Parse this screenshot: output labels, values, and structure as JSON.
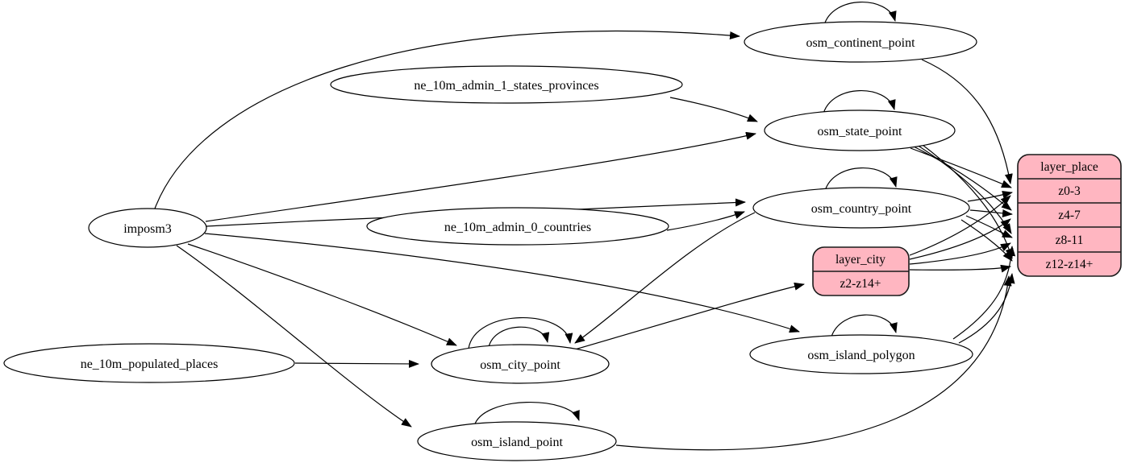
{
  "diagram_type": "etl-graph",
  "colors": {
    "background": "#ffffff",
    "node_fill": "#ffffff",
    "node_stroke": "#000000",
    "record_fill": "#ffb6c1",
    "edge": "#000000"
  },
  "nodes": {
    "imposm3": {
      "label": "imposm3",
      "shape": "ellipse"
    },
    "ne_10m_admin_1_states_provinces": {
      "label": "ne_10m_admin_1_states_provinces",
      "shape": "ellipse"
    },
    "ne_10m_admin_0_countries": {
      "label": "ne_10m_admin_0_countries",
      "shape": "ellipse"
    },
    "ne_10m_populated_places": {
      "label": "ne_10m_populated_places",
      "shape": "ellipse"
    },
    "osm_continent_point": {
      "label": "osm_continent_point",
      "shape": "ellipse"
    },
    "osm_state_point": {
      "label": "osm_state_point",
      "shape": "ellipse"
    },
    "osm_country_point": {
      "label": "osm_country_point",
      "shape": "ellipse"
    },
    "osm_city_point": {
      "label": "osm_city_point",
      "shape": "ellipse"
    },
    "osm_island_polygon": {
      "label": "osm_island_polygon",
      "shape": "ellipse"
    },
    "osm_island_point": {
      "label": "osm_island_point",
      "shape": "ellipse"
    }
  },
  "records": {
    "layer_place": {
      "title": "layer_place",
      "rows": [
        "z0-3",
        "z4-7",
        "z8-11",
        "z12-z14+"
      ]
    },
    "layer_city": {
      "title": "layer_city",
      "rows": [
        "z2-z14+"
      ]
    }
  },
  "edges": [
    {
      "from": "imposm3",
      "to": "osm_continent_point"
    },
    {
      "from": "imposm3",
      "to": "osm_state_point"
    },
    {
      "from": "imposm3",
      "to": "osm_country_point"
    },
    {
      "from": "imposm3",
      "to": "osm_city_point"
    },
    {
      "from": "imposm3",
      "to": "osm_island_polygon"
    },
    {
      "from": "imposm3",
      "to": "osm_island_point"
    },
    {
      "from": "ne_10m_admin_1_states_provinces",
      "to": "osm_state_point"
    },
    {
      "from": "ne_10m_admin_0_countries",
      "to": "osm_country_point"
    },
    {
      "from": "ne_10m_populated_places",
      "to": "osm_city_point"
    },
    {
      "from": "osm_continent_point",
      "to": "osm_continent_point"
    },
    {
      "from": "osm_state_point",
      "to": "osm_state_point"
    },
    {
      "from": "osm_country_point",
      "to": "osm_country_point"
    },
    {
      "from": "osm_city_point",
      "to": "osm_city_point"
    },
    {
      "from": "osm_city_point",
      "to": "osm_city_point"
    },
    {
      "from": "osm_island_polygon",
      "to": "osm_island_polygon"
    },
    {
      "from": "osm_island_point",
      "to": "osm_island_point"
    },
    {
      "from": "osm_country_point",
      "to": "osm_city_point"
    },
    {
      "from": "osm_city_point",
      "to": "layer_city:z2-z14+"
    },
    {
      "from": "osm_continent_point",
      "to": "layer_place:z0-3"
    },
    {
      "from": "osm_state_point",
      "to": "layer_place:z0-3"
    },
    {
      "from": "osm_state_point",
      "to": "layer_place:z4-7"
    },
    {
      "from": "osm_state_point",
      "to": "layer_place:z8-11"
    },
    {
      "from": "osm_state_point",
      "to": "layer_place:z12-z14+"
    },
    {
      "from": "osm_country_point",
      "to": "layer_place:z0-3"
    },
    {
      "from": "osm_country_point",
      "to": "layer_place:z4-7"
    },
    {
      "from": "osm_country_point",
      "to": "layer_place:z8-11"
    },
    {
      "from": "osm_country_point",
      "to": "layer_place:z12-z14+"
    },
    {
      "from": "layer_city:z2-z14+",
      "to": "layer_place:z0-3"
    },
    {
      "from": "layer_city:z2-z14+",
      "to": "layer_place:z4-7"
    },
    {
      "from": "layer_city:z2-z14+",
      "to": "layer_place:z8-11"
    },
    {
      "from": "layer_city:z2-z14+",
      "to": "layer_place:z12-z14+"
    },
    {
      "from": "osm_island_polygon",
      "to": "layer_place:z8-11"
    },
    {
      "from": "osm_island_polygon",
      "to": "layer_place:z12-z14+"
    },
    {
      "from": "osm_island_point",
      "to": "layer_place:z12-z14+"
    }
  ]
}
